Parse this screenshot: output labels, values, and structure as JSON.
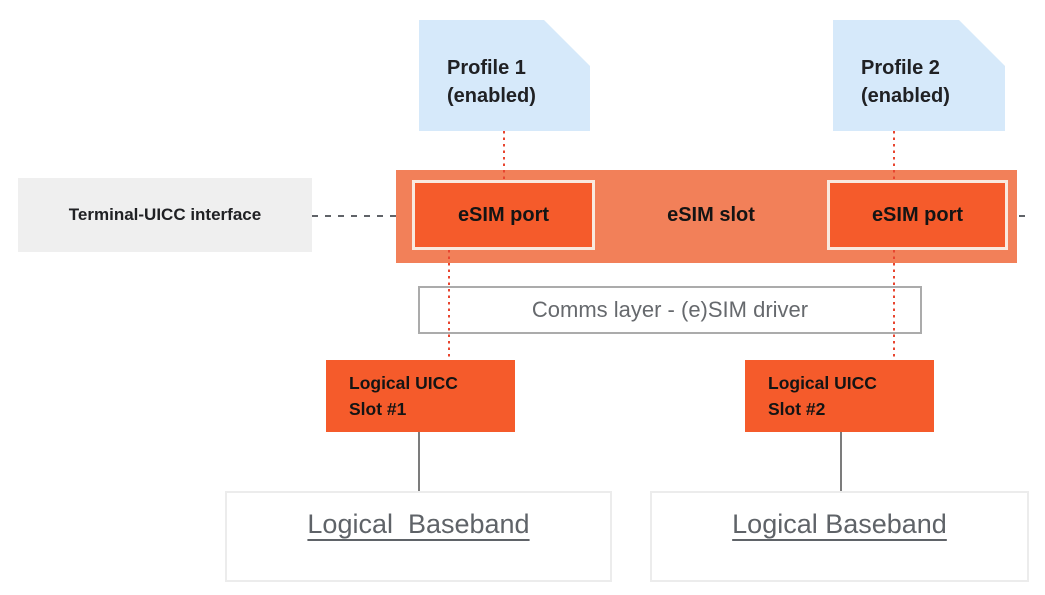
{
  "diagram": {
    "profiles": [
      {
        "title": "Profile 1",
        "status": "(enabled)"
      },
      {
        "title": "Profile 2",
        "status": "(enabled)"
      }
    ],
    "interface": {
      "label": "Terminal-UICC interface"
    },
    "esim_slot": {
      "label": "eSIM slot",
      "ports": [
        {
          "label": "eSIM port"
        },
        {
          "label": "eSIM port"
        }
      ]
    },
    "comms_layer": {
      "label": "Comms layer - (e)SIM driver"
    },
    "uicc_slots": [
      {
        "line1": "Logical UICC",
        "line2": "Slot #1"
      },
      {
        "line1": "Logical UICC",
        "line2": "Slot #2"
      }
    ],
    "basebands": [
      {
        "label": "Logical  Baseband"
      },
      {
        "label": "Logical Baseband"
      }
    ],
    "colors": {
      "profile_blue": "#d6e9fa",
      "slot_bar_orange": "#f28059",
      "port_orange": "#f55b2b",
      "port_border_cream": "#f9e9de",
      "connector_red": "#e8452f",
      "interface_gray_box": "#efefef",
      "comms_border_gray": "#ababab",
      "text_dark": "#202124",
      "text_gray": "#5f6368"
    }
  }
}
